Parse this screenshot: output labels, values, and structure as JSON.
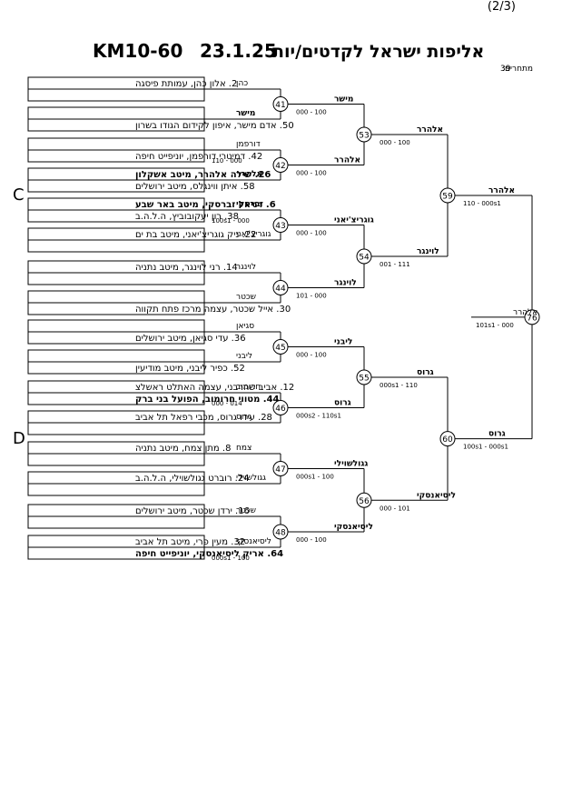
{
  "page_number": "(2/3)",
  "title": {
    "code": "KM10-60",
    "date": "23.1.25",
    "name": "אליפות ישראל לקדטים/יות"
  },
  "entrants": {
    "label": "מתחרים:",
    "count": "39"
  },
  "section_letters": [
    "C",
    "D"
  ],
  "entries": [
    {
      "name": "2. אלון כהן, עמותת פיסגה",
      "surname": "כהן",
      "bold": false
    },
    {
      "name": "",
      "surname": "",
      "bold": false
    },
    {
      "name": "",
      "surname": "מישר",
      "bold": true
    },
    {
      "name": "50. אדם מישר, איפון לקידום הגודו בשרון",
      "surname": "",
      "bold": false
    },
    {
      "name": "",
      "surname": "דורפמן",
      "bold": false
    },
    {
      "name": "42. דמיטרי דורפמן, יוניפייט חיפה",
      "surname": "",
      "bold": false
    },
    {
      "name": "26. שילה אלהרר, מיטב אשקלון",
      "surname": "אלהרר",
      "bold": true
    },
    {
      "name": "58. איתן ווינגלס, מיטב ירושלים",
      "surname": "",
      "bold": false
    },
    {
      "name": "6. דניאל זברסקי, מיטב באר שבע",
      "surname": "זברסקי",
      "bold": true
    },
    {
      "name": "38. רון יעקובוביץ, ה.ל.ה.ב",
      "surname": "",
      "bold": false
    },
    {
      "name": "22. ניק גוגריצ'יאני, מיטב בת ים",
      "surname": "גוגריצ'יאני",
      "bold": false
    },
    {
      "name": "",
      "surname": "",
      "bold": false
    },
    {
      "name": "14. רני לוינגר, מיטב נתניה",
      "surname": "לוינגר",
      "bold": false
    },
    {
      "name": "",
      "surname": "",
      "bold": false
    },
    {
      "name": "",
      "surname": "שכטר",
      "bold": false
    },
    {
      "name": "30. אייל שכטר, עצמה מרכז פתח תקווה",
      "surname": "",
      "bold": false
    },
    {
      "name": "",
      "surname": "סגיאן",
      "bold": false
    },
    {
      "name": "36. עדי סגיאן, מיטב ירושלים",
      "surname": "",
      "bold": false
    },
    {
      "name": "",
      "surname": "ליבני",
      "bold": false
    },
    {
      "name": "52. כפיר ליבני, מיטב מודיעין",
      "surname": "",
      "bold": false
    },
    {
      "name": "12. אביב שהרבני, עצמה האתלט ראשלצ",
      "surname": "חרומוב",
      "bold": false
    },
    {
      "name": "44. מטווי חרומוב, הפועל בני ברק",
      "surname": "",
      "bold": true
    },
    {
      "name": "28. עידו גרוס, מכבי רפאל תל אביב",
      "surname": "גרוס",
      "bold": false
    },
    {
      "name": "",
      "surname": "",
      "bold": false
    },
    {
      "name": "8. מתן צמח, מיטב נתניה",
      "surname": "צמח",
      "bold": false
    },
    {
      "name": "",
      "surname": "",
      "bold": false
    },
    {
      "name": "24. רוברט גגולשוילי, ה.ל.ה.ב",
      "surname": "גגולשוילי",
      "bold": false
    },
    {
      "name": "",
      "surname": "",
      "bold": false
    },
    {
      "name": "16. ירדן שכטר, מיטב ירושלים",
      "surname": "שכטר",
      "bold": false
    },
    {
      "name": "",
      "surname": "",
      "bold": false
    },
    {
      "name": "32. מעין פרי, מיטב תל אביב",
      "surname": "ליסיאנסקי",
      "bold": false
    },
    {
      "name": "64. אריק ליסיאנסקי, יוניפייט חיפה",
      "surname": "",
      "bold": true
    }
  ],
  "pair_scores": [
    "",
    "",
    "110 - 000",
    "",
    "100s1 - 000",
    "",
    "",
    "",
    "",
    "",
    "000 - 014",
    "",
    "",
    "",
    "",
    "000s1 - 100"
  ],
  "matches": [
    {
      "num": "41",
      "winner": "מישר",
      "score": "000 - 100"
    },
    {
      "num": "42",
      "winner": "אלהרר",
      "score": "000 - 100"
    },
    {
      "num": "43",
      "winner": "גוגריצ'יאני",
      "score": "000 - 100"
    },
    {
      "num": "44",
      "winner": "לוינגר",
      "score": "101 - 000"
    },
    {
      "num": "45",
      "winner": "ליבני",
      "score": "000 - 100"
    },
    {
      "num": "46",
      "winner": "גרוס",
      "score": "000s2 - 110s1"
    },
    {
      "num": "47",
      "winner": "גגולשוילי",
      "score": "000s1 - 100"
    },
    {
      "num": "48",
      "winner": "ליסיאנסקי",
      "score": "000 - 100"
    },
    {
      "num": "53",
      "winner": "אלהרר",
      "score": "000 - 100"
    },
    {
      "num": "54",
      "winner": "לוינגר",
      "score": "001 - 111"
    },
    {
      "num": "55",
      "winner": "גרוס",
      "score": "000s1 - 110"
    },
    {
      "num": "56",
      "winner": "ליסיאנסקי",
      "score": "000 - 101"
    },
    {
      "num": "59",
      "winner": "אלהרר",
      "score": "110 - 000s1"
    },
    {
      "num": "60",
      "winner": "גרוס",
      "score": "100s1 - 000s1"
    },
    {
      "num": "76",
      "winner": "אלהרר",
      "score": "101s1 - 000"
    }
  ]
}
